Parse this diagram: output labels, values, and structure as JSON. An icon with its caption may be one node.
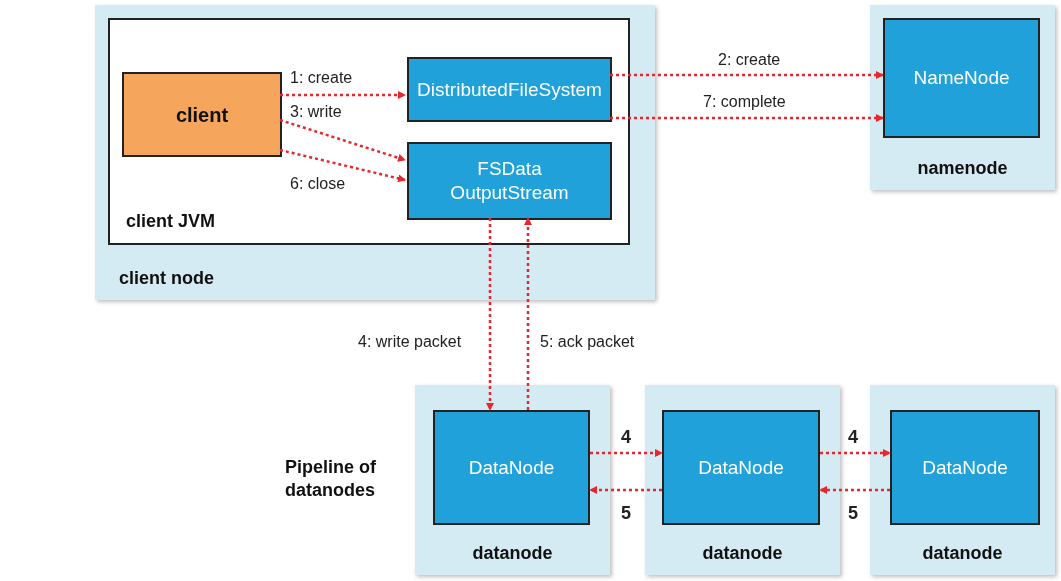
{
  "diagram": {
    "nodes": [
      {
        "text": [
          "client node"
        ]
      },
      {
        "text": [
          "client JVM"
        ],
        "in": 0
      },
      {
        "text": [
          "client"
        ],
        "in": 1
      },
      {
        "text": [
          "DistributedFileSystem"
        ],
        "in": 1
      },
      {
        "text": [
          "FSData OutputStream"
        ],
        "in": 1
      },
      {
        "text": [
          "namenode"
        ]
      },
      {
        "text": [
          "NameNode"
        ],
        "in": 5
      },
      {
        "text": [
          "datanode"
        ]
      },
      {
        "text": [
          "DataNode"
        ],
        "in": 7
      },
      {
        "text": [
          "datanode"
        ]
      },
      {
        "text": [
          "DataNode"
        ],
        "in": 9
      },
      {
        "text": [
          "datanode"
        ]
      },
      {
        "text": [
          "DataNode"
        ],
        "in": 11
      }
    ],
    "edges": [
      {
        "from": 2,
        "to": 3,
        "arrow": "to",
        "label": "1: create"
      },
      {
        "from": 3,
        "to": 6,
        "arrow": "to",
        "label": "2: create"
      },
      {
        "from": 2,
        "to": 4,
        "arrow": "to",
        "label": "3: write"
      },
      {
        "from": 4,
        "to": 8,
        "arrow": "to",
        "label": "4: write packet"
      },
      {
        "from": 8,
        "to": 4,
        "arrow": "to",
        "label": "5: ack packet"
      },
      {
        "from": 2,
        "to": 4,
        "arrow": "to",
        "label": "6: close"
      },
      {
        "from": 3,
        "to": 6,
        "arrow": "to",
        "label": "7: complete"
      },
      {
        "from": 8,
        "to": 10,
        "arrow": "to",
        "label": "4"
      },
      {
        "from": 10,
        "to": 8,
        "arrow": "to",
        "label": "5"
      },
      {
        "from": 10,
        "to": 12,
        "arrow": "to",
        "label": "4"
      },
      {
        "from": 12,
        "to": 10,
        "arrow": "to",
        "label": "5"
      }
    ],
    "labels": [
      "Pipeline of datanodes"
    ]
  }
}
